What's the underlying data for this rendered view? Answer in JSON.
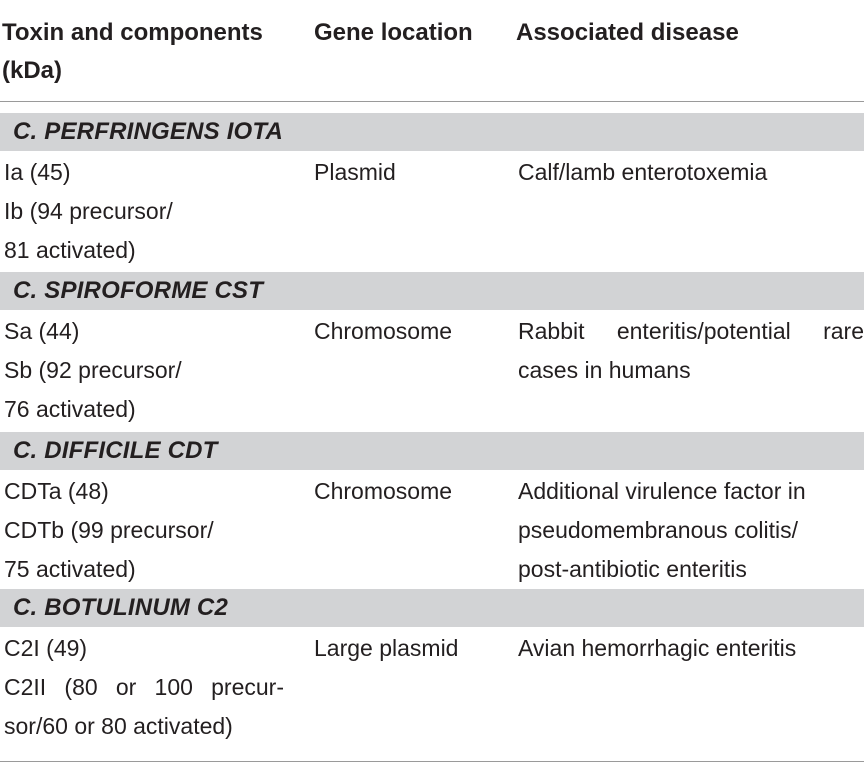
{
  "headers": {
    "col1_line1": "Toxin and components",
    "col1_line2": "(kDa)",
    "col2": "Gene location",
    "col3": "Associated disease"
  },
  "sections": [
    {
      "title": "C. PERFRINGENS IOTA",
      "components": [
        "Ia (45)",
        "Ib (94 precursor/",
        "81 activated)"
      ],
      "gene_location": "Plasmid",
      "disease": [
        "Calf/lamb enterotoxemia"
      ]
    },
    {
      "title": "C. SPIROFORME CST",
      "components": [
        "Sa (44)",
        "Sb (92 precursor/",
        "76 activated)"
      ],
      "gene_location": "Chromosome",
      "disease": [
        "Rabbit enteritis/potential rare",
        "cases in humans"
      ]
    },
    {
      "title": "C. DIFFICILE CDT",
      "components": [
        "CDTa (48)",
        "CDTb (99 precursor/",
        "75 activated)"
      ],
      "gene_location": "Chromosome",
      "disease": [
        "Additional virulence factor in",
        "pseudomembranous colitis/",
        "post-antibiotic enteritis"
      ]
    },
    {
      "title": "C. BOTULINUM C2",
      "components": [
        "C2I (49)",
        "C2II (80 or 100 precur-",
        "sor/60 or 80 activated)"
      ],
      "gene_location": "Large plasmid",
      "disease": [
        "Avian hemorrhagic enteritis"
      ]
    }
  ]
}
